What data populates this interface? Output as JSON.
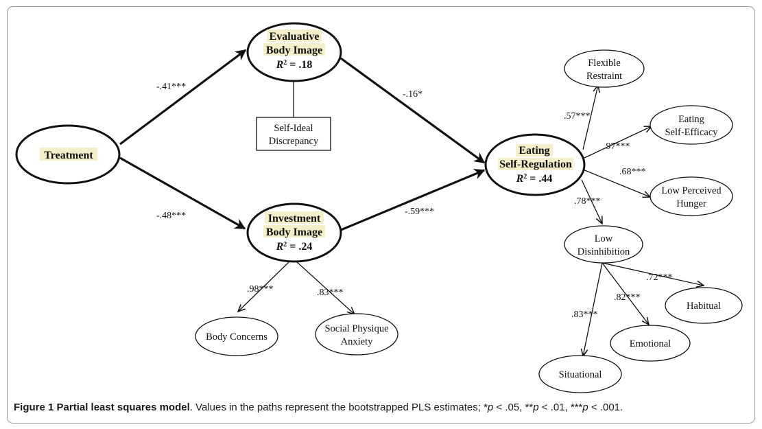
{
  "nodes": {
    "treatment": {
      "lines": [
        "Treatment"
      ]
    },
    "evaluative": {
      "lines": [
        "Evaluative",
        "Body Image"
      ],
      "r2_label": "R",
      "r2_sup": "2",
      "r2_value": " = .18"
    },
    "investment": {
      "lines": [
        "Investment",
        "Body Image"
      ],
      "r2_label": "R",
      "r2_sup": "2",
      "r2_value": " = .24"
    },
    "eating": {
      "lines": [
        "Eating",
        "Self-Regulatio",
        "n"
      ],
      "r2_label": "R",
      "r2_sup": "2",
      "r2_value": " = .44"
    },
    "self_ideal": {
      "lines": [
        "Self-Ideal",
        "Discrepancy"
      ]
    },
    "flexible": {
      "lines": [
        "Flexible",
        "Restraint"
      ]
    },
    "efficacy": {
      "lines": [
        "Eating",
        "Self-Efficacy"
      ]
    },
    "hunger": {
      "lines": [
        "Low Perceived",
        "Hunger"
      ]
    },
    "disinhibition": {
      "lines": [
        "Low",
        "Disinhibition"
      ]
    },
    "body_concerns": {
      "lines": [
        "Body Concerns"
      ]
    },
    "social": {
      "lines": [
        "Social Physique",
        "Anxiety"
      ]
    },
    "habitual": {
      "lines": [
        "Habitual"
      ]
    },
    "emotional": {
      "lines": [
        "Emotional"
      ]
    },
    "situational": {
      "lines": [
        "Situational"
      ]
    }
  },
  "paths": {
    "treat_eval": "-.41***",
    "treat_inv": "-.48***",
    "eval_eat": "-.16*",
    "inv_eat": "-.59***",
    "flexible": ".57***",
    "efficacy": ".97***",
    "hunger": ".68***",
    "disinhibition": ".78***",
    "body_concerns": ".98***",
    "social": ".83***",
    "habitual": ".72***",
    "emotional": ".82***",
    "situational": ".83***"
  },
  "caption": {
    "title": "Figure 1 Partial least squares model",
    "text": ". Values in the paths represent the bootstrapped PLS estimates; *",
    "p1": "p",
    "t1": " < .05, **",
    "p2": "p",
    "t2": " < .01, ***",
    "p3": "p",
    "t3": " < .001."
  },
  "colors": {
    "highlight": "#f3efc8",
    "stroke": "#111111"
  }
}
